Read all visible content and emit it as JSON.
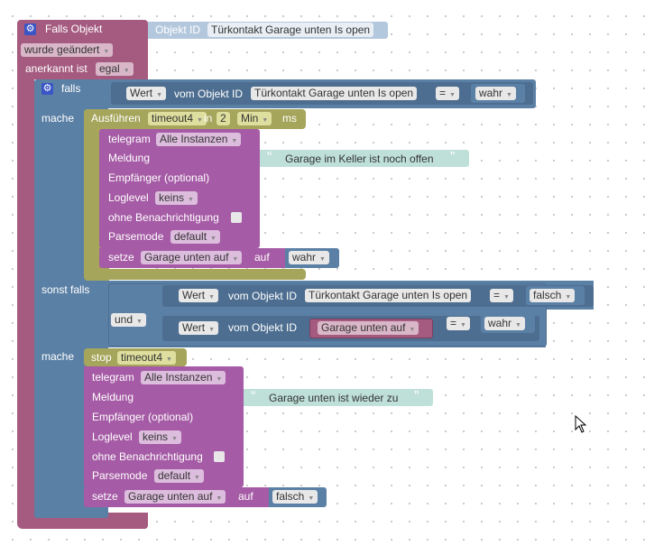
{
  "trigger": {
    "title": "Falls Objekt",
    "objekt_id_label": "Objekt ID",
    "objekt_id_value": "Türkontakt Garage unten Is open",
    "changed_dd": "wurde geändert",
    "ack_label": "anerkannt ist",
    "ack_dd": "egal"
  },
  "if_block": {
    "falls_label": "falls",
    "mache_label": "mache",
    "sonst_falls_label": "sonst falls",
    "und_label": "und",
    "mache2_label": "mache"
  },
  "cond1": {
    "wert_dd": "Wert",
    "vom_label": "vom Objekt ID",
    "obj_value": "Türkontakt Garage unten Is open",
    "op_dd": "=",
    "bool_dd": "wahr"
  },
  "timer": {
    "ausfuehren_label": "Ausführen",
    "timer_dd": "timeout4",
    "in_label": "in",
    "num": "2",
    "unit_dd": "Min",
    "ms_label": "ms"
  },
  "telegram1": {
    "telegram_label": "telegram",
    "instances_dd": "Alle Instanzen",
    "meldung_label": "Meldung",
    "message": "Garage im Keller ist noch offen",
    "empfaenger_label": "Empfänger (optional)",
    "loglevel_label": "Loglevel",
    "loglevel_dd": "keins",
    "ohne_label": "ohne Benachrichtigung",
    "parse_label": "Parsemode",
    "parse_dd": "default"
  },
  "setze1": {
    "setze_label": "setze",
    "var_dd": "Garage unten auf",
    "auf_label": "auf",
    "val_dd": "wahr"
  },
  "cond2": {
    "wert_dd": "Wert",
    "vom_label": "vom Objekt ID",
    "obj_value": "Türkontakt Garage unten Is open",
    "op_dd": "=",
    "bool_dd": "falsch"
  },
  "cond3": {
    "wert_dd": "Wert",
    "vom_label": "vom Objekt ID",
    "obj_value": "Garage unten auf",
    "op_dd": "=",
    "bool_dd": "wahr"
  },
  "stop": {
    "stop_label": "stop",
    "timer_dd": "timeout4"
  },
  "telegram2": {
    "telegram_label": "telegram",
    "instances_dd": "Alle Instanzen",
    "meldung_label": "Meldung",
    "message": "Garage unten ist wieder zu",
    "empfaenger_label": "Empfänger (optional)",
    "loglevel_label": "Loglevel",
    "loglevel_dd": "keins",
    "ohne_label": "ohne Benachrichtigung",
    "parse_label": "Parsemode",
    "parse_dd": "default"
  },
  "setze2": {
    "setze_label": "setze",
    "var_dd": "Garage unten auf",
    "auf_label": "auf",
    "val_dd": "falsch"
  },
  "colors": {
    "trigger": "#a55b80",
    "logic": "#5b80a5",
    "timer": "#a5a55b",
    "telegram": "#a55ba5",
    "text": "#bfe0d9"
  },
  "icons": [
    "gear-icon",
    "dropdown-arrow-icon",
    "quote-open-icon",
    "quote-close-icon",
    "cursor-icon"
  ]
}
